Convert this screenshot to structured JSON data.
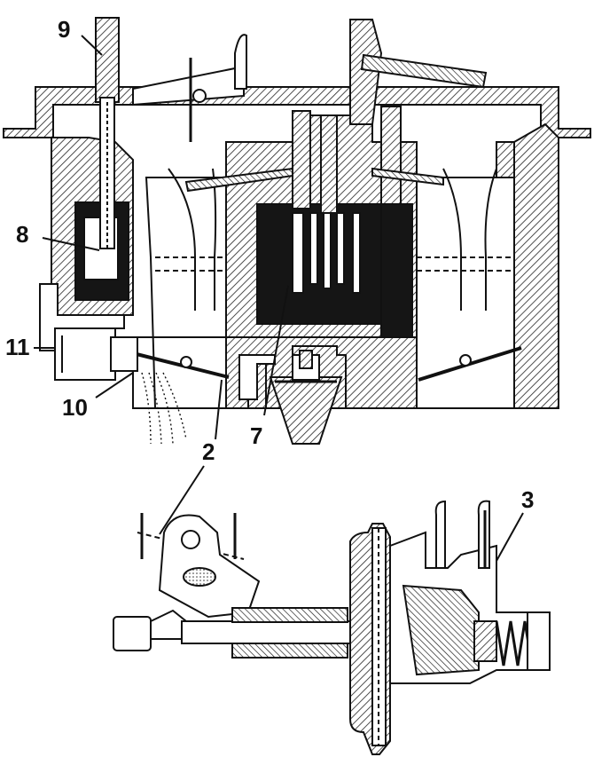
{
  "diagram": {
    "callouts": [
      {
        "id": "9",
        "text": "9"
      },
      {
        "id": "8",
        "text": "8"
      },
      {
        "id": "11",
        "text": "11"
      },
      {
        "id": "10",
        "text": "10"
      },
      {
        "id": "7",
        "text": "7"
      },
      {
        "id": "2",
        "text": "2"
      },
      {
        "id": "3",
        "text": "3"
      }
    ],
    "colors": {
      "ink": "#111111",
      "fuel": "#151515",
      "background": "#ffffff"
    }
  }
}
